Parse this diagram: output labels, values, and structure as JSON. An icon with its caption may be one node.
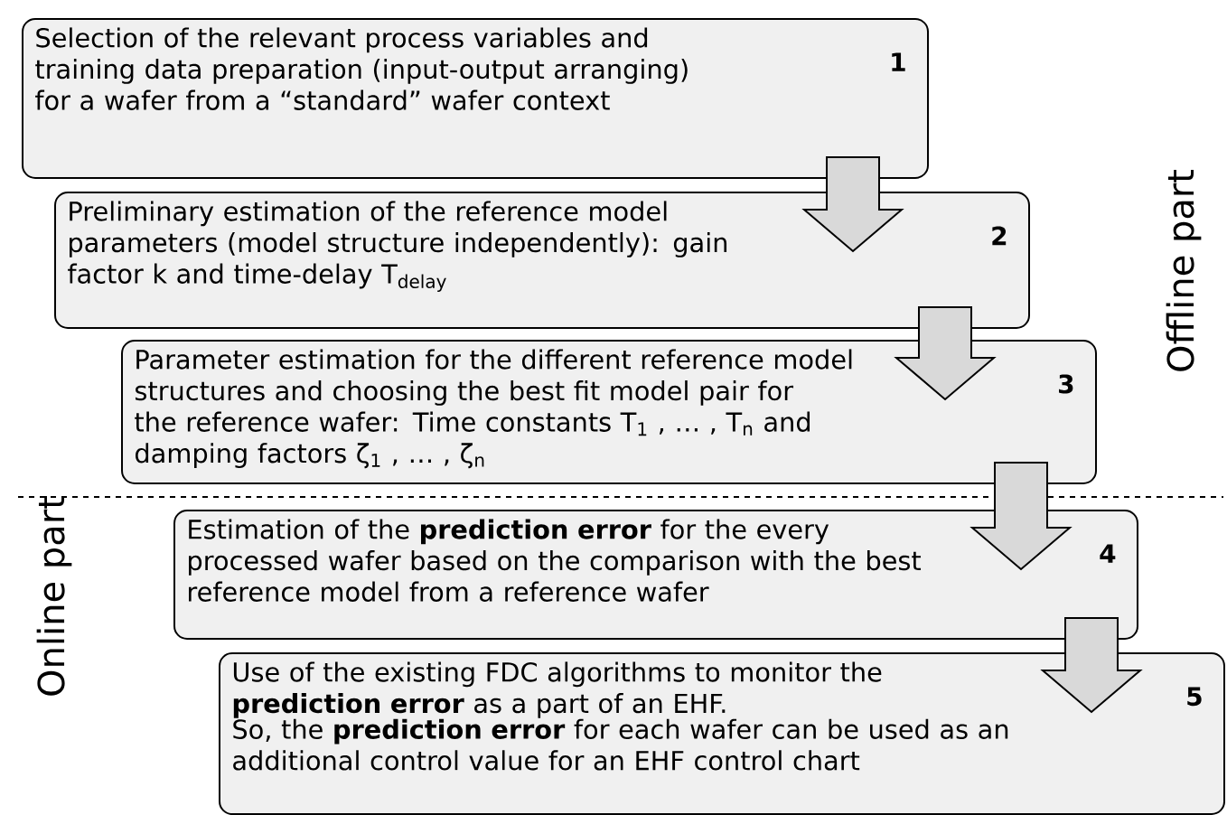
{
  "diagram": {
    "nodes": [
      {
        "text": [
          "Selection of the relevant process variables and training data preparation (input-output arranging) for a wafer from a “standard” wafer context",
          "1"
        ]
      },
      {
        "text": [
          "Preliminary estimation of the reference model parameters (model structure independently): gain factor k and time-delay T$_{delay}$",
          "2"
        ]
      },
      {
        "text": [
          "Parameter estimation for the different reference model structures and choosing the best fit model pair for the reference wafer: Time constants T$_{1}$ , … , T$_{n}$ and damping factors ζ$_{1}$ , … , ζ$_{n}$",
          "3"
        ]
      },
      {
        "text": [
          "Estimation of the **prediction error** for the every processed wafer based on the comparison with the best reference model from a reference wafer",
          "4"
        ]
      },
      {
        "text": [
          "Use of the existing FDC algorithms to monitor the **prediction error** as a part of an EHF.",
          "So, the **prediction error** for each wafer can be used as an additional control value for an EHF control chart",
          "5"
        ]
      }
    ],
    "edges": [
      {
        "from": 0,
        "to": 1,
        "arrow": "to"
      },
      {
        "from": 1,
        "to": 2,
        "arrow": "to"
      },
      {
        "from": 2,
        "to": 3,
        "arrow": "to"
      },
      {
        "from": 3,
        "to": 4,
        "arrow": "to"
      }
    ],
    "labels": [
      "Offline part",
      "Online part"
    ]
  }
}
